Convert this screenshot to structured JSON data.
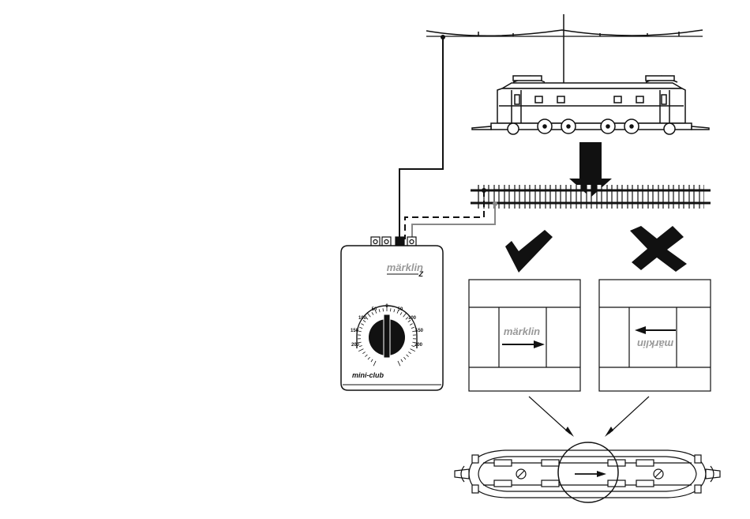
{
  "controller": {
    "brand": "märklin",
    "scale": "Z",
    "series": "mini-club",
    "dial_labels": [
      "200",
      "150",
      "100",
      "50",
      "0",
      "50",
      "100",
      "150",
      "200"
    ]
  },
  "panels": {
    "correct": {
      "logo": "märklin",
      "symbol": "check-mark"
    },
    "wrong": {
      "logo": "märklin",
      "symbol": "cross-mark"
    }
  },
  "colors": {
    "line": "#111111",
    "feeder": "#888888",
    "logo": "#999999"
  }
}
